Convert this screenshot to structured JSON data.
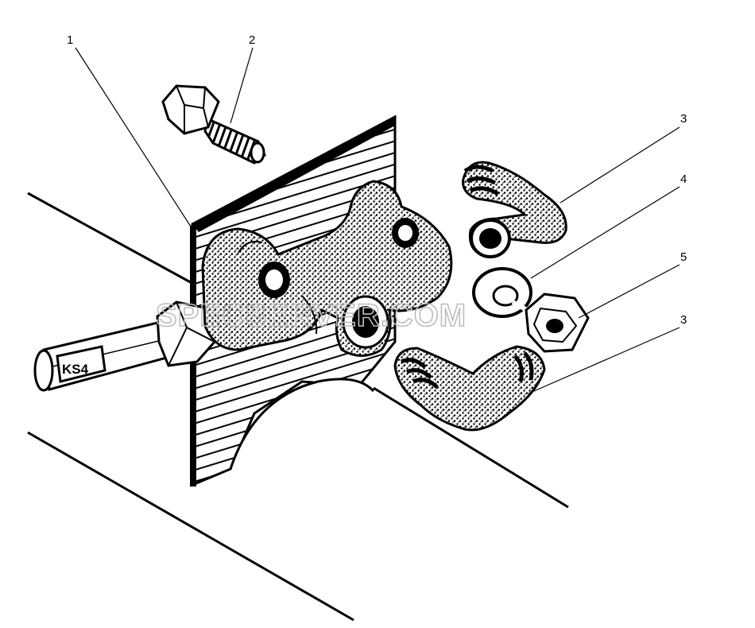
{
  "diagram": {
    "callouts": [
      {
        "id": "c1",
        "label": "1"
      },
      {
        "id": "c2",
        "label": "2"
      },
      {
        "id": "c3a",
        "label": "3"
      },
      {
        "id": "c4",
        "label": "4"
      },
      {
        "id": "c5",
        "label": "5"
      },
      {
        "id": "c3b",
        "label": "3"
      }
    ],
    "watermark": "SPECSERVER.COM",
    "part_marking": "KS4"
  },
  "colors": {
    "ink": "#000000",
    "part_fill": "#ffffff",
    "watermark": "#bdbdbd"
  }
}
